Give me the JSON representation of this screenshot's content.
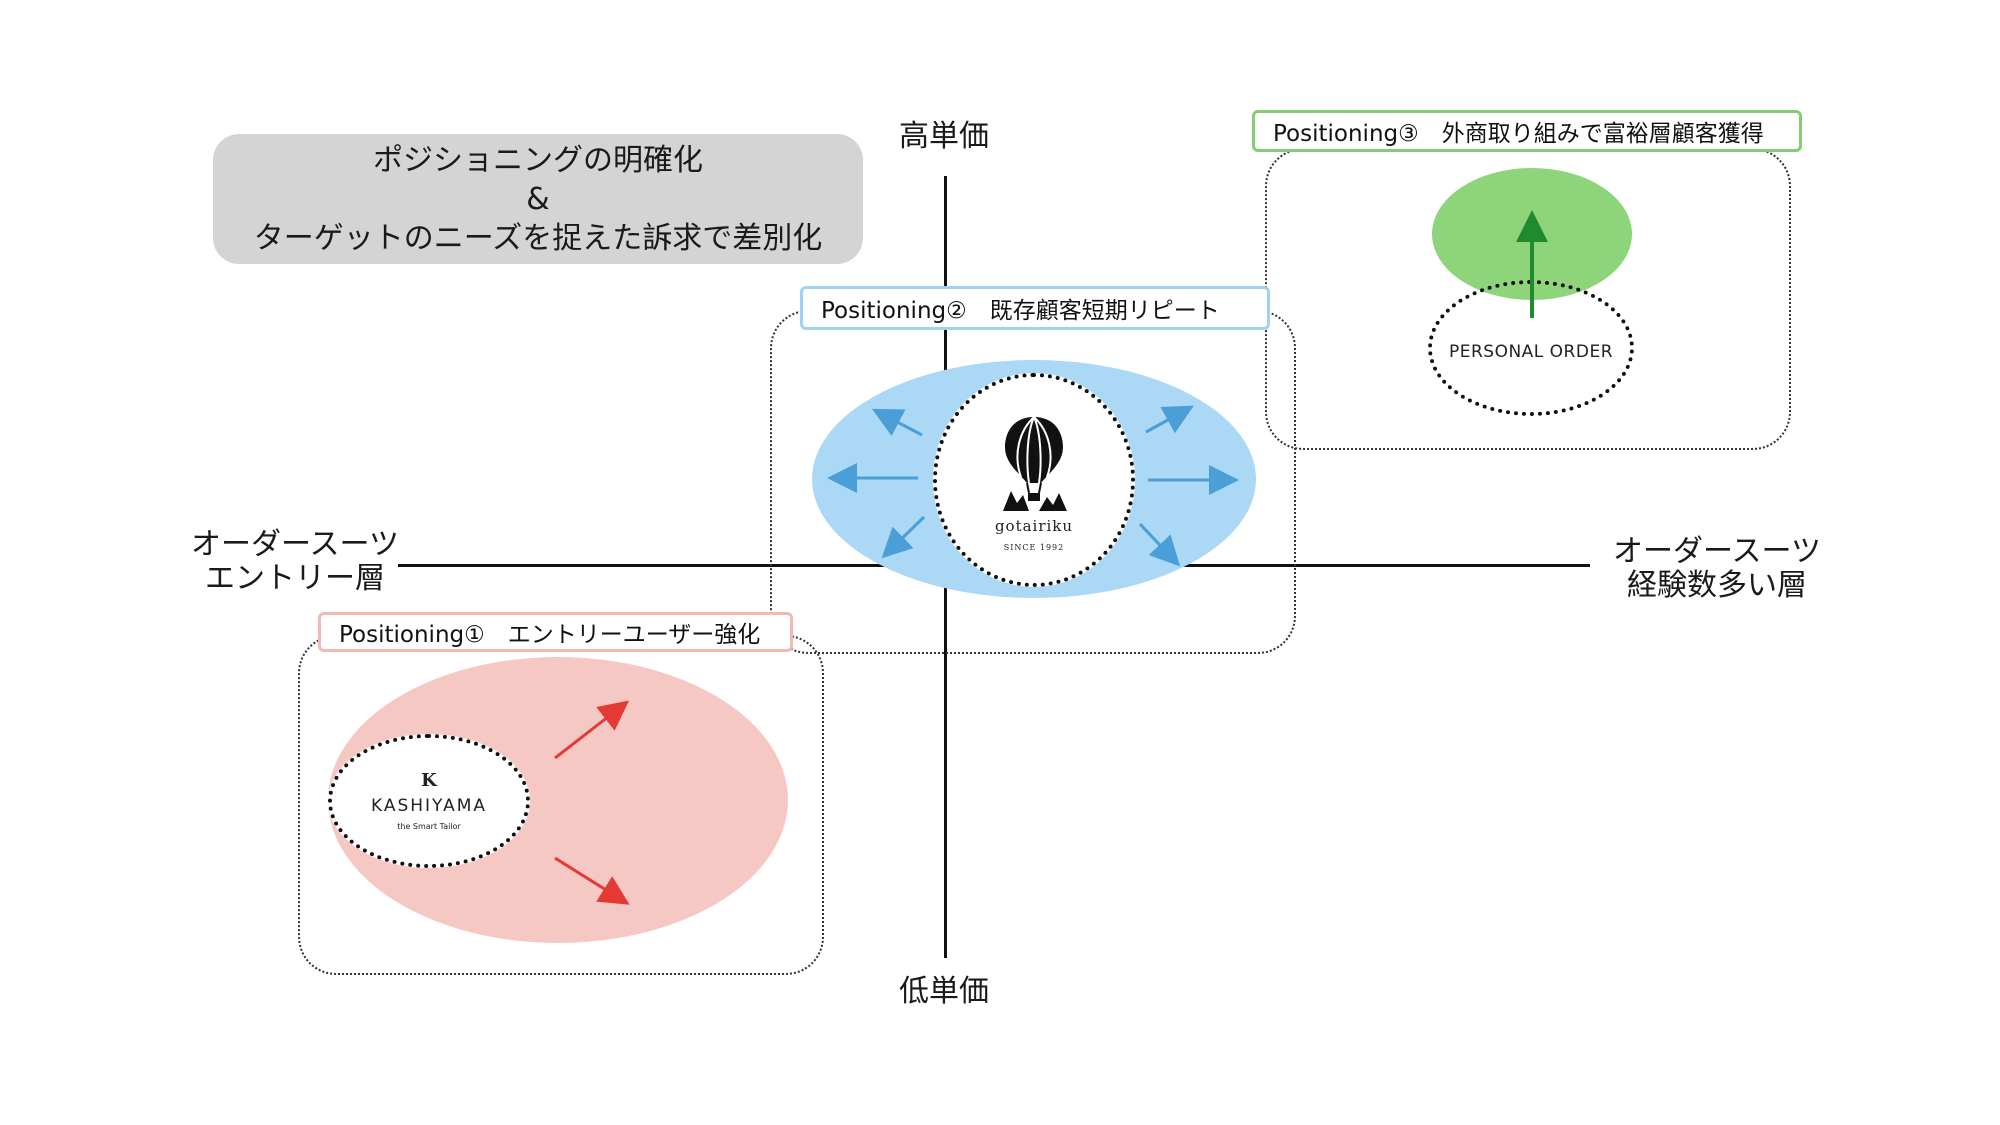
{
  "summary": {
    "line1": "ポジショニングの明確化",
    "line2": "&",
    "line3": "ターゲットのニーズを捉えた訴求で差別化"
  },
  "axes": {
    "top": "高単価",
    "bottom": "低単価",
    "left_line1": "オーダースーツ",
    "left_line2": "エントリー層",
    "right_line1": "オーダースーツ",
    "right_line2": "経験数多い層"
  },
  "positioning1": {
    "label": "Positioning①　エントリーユーザー強化",
    "brand": "KASHIYAMA",
    "tagline": "the Smart Tailor",
    "logo_mark": "K",
    "color": "#f6c8c4",
    "border_color": "#f2b8b4",
    "arrow_color": "#e53935"
  },
  "positioning2": {
    "label": "Positioning②　既存顧客短期リピート",
    "brand": "gotairiku",
    "tagline": "SINCE 1992",
    "color": "#aad8f5",
    "border_color": "#9fd2f2",
    "arrow_color": "#4a9fd8"
  },
  "positioning3": {
    "label": "Positioning③　外商取り組みで富裕層顧客獲得",
    "brand": "PERSONAL ORDER",
    "color": "#8ed47a",
    "border_color": "#86cc76",
    "arrow_color": "#1f8a2e"
  },
  "icons": {
    "balloon": "hot-air-balloon-icon",
    "kashiyama_mark": "kashiyama-mark-icon"
  }
}
